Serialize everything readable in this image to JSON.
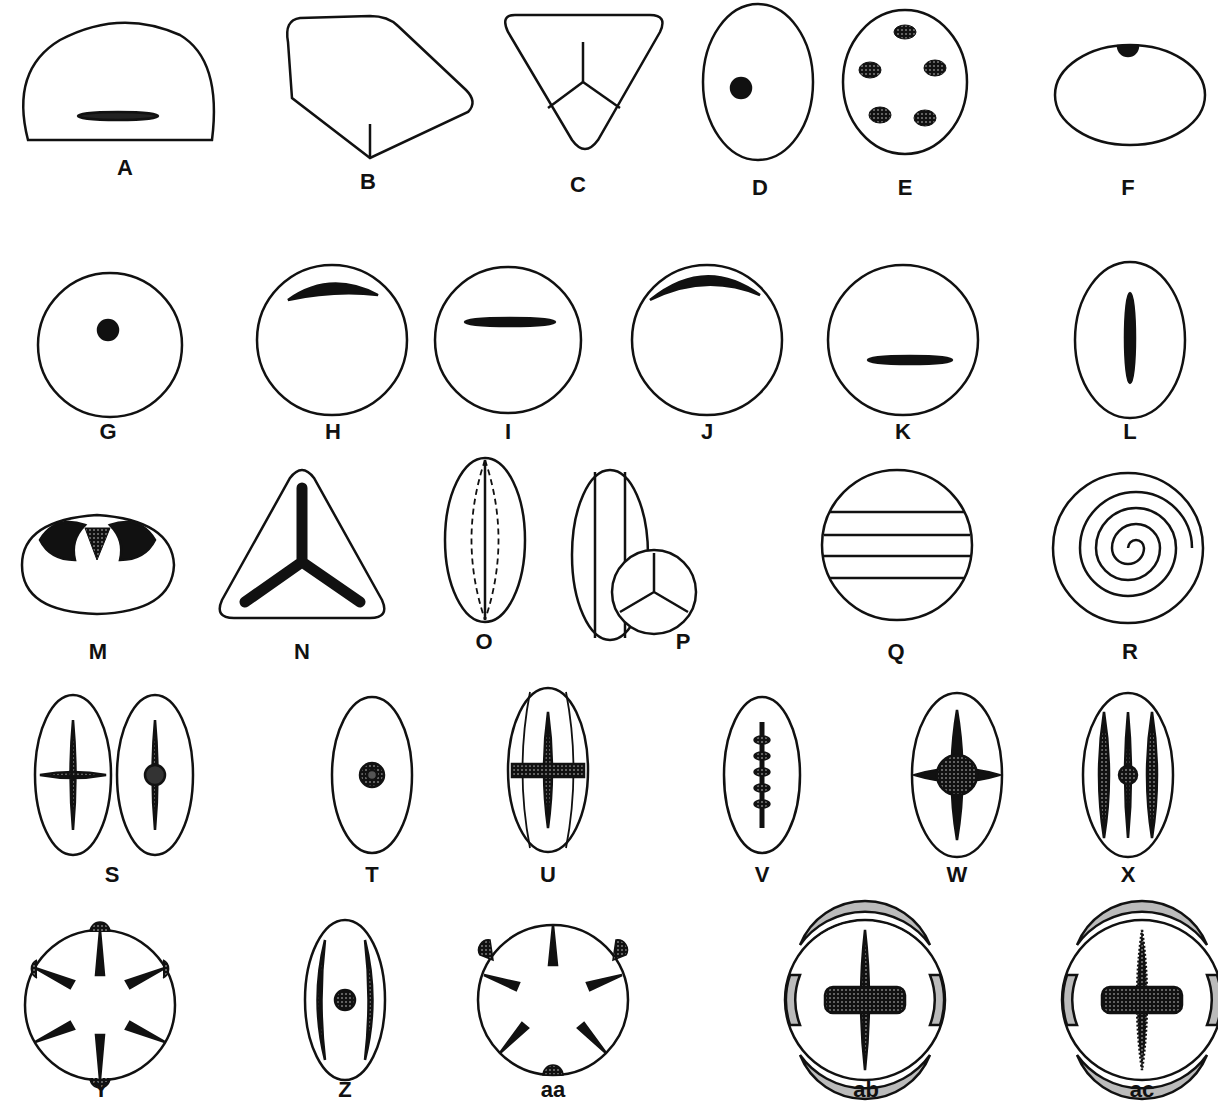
{
  "diagram": {
    "labels": [
      "A",
      "B",
      "C",
      "D",
      "E",
      "F",
      "G",
      "H",
      "I",
      "J",
      "K",
      "L",
      "M",
      "N",
      "O",
      "P",
      "Q",
      "R",
      "S",
      "T",
      "U",
      "V",
      "W",
      "X",
      "Y",
      "Z",
      "aa",
      "ab",
      "ac"
    ]
  }
}
